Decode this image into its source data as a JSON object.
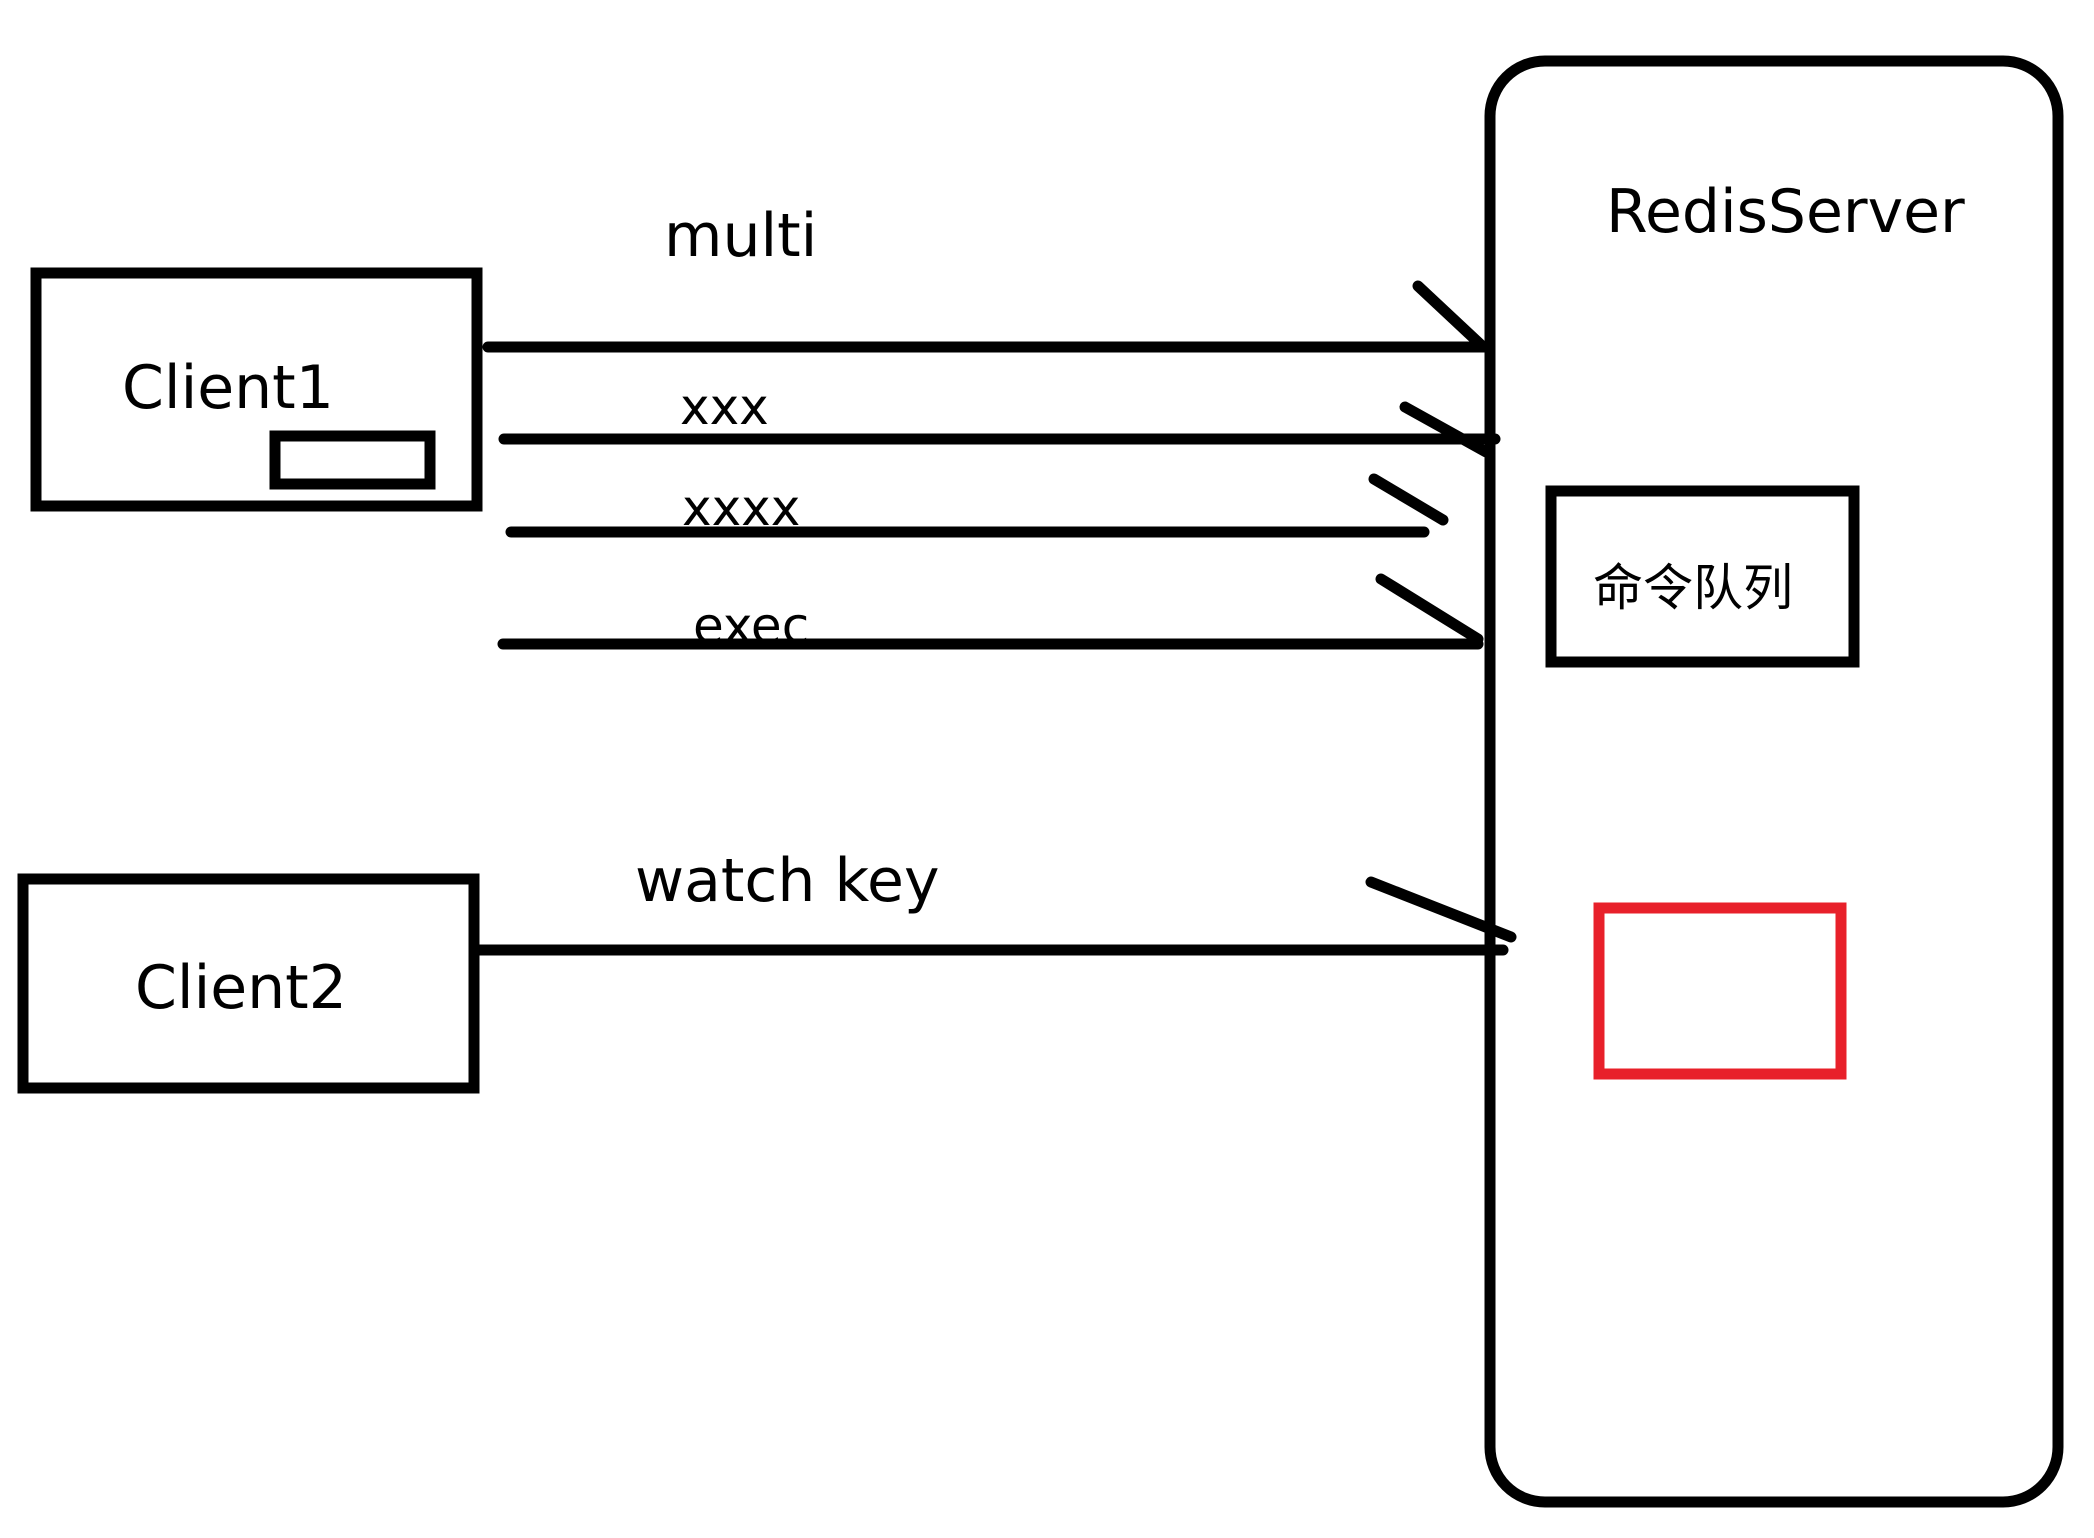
{
  "nodes": {
    "client1": {
      "label": "Client1"
    },
    "client2": {
      "label": "Client2"
    },
    "server": {
      "label": "RedisServer"
    },
    "command_queue": {
      "label": "命令队列"
    }
  },
  "edges": [
    {
      "label": "multi"
    },
    {
      "label": "xxx"
    },
    {
      "label": "xxxx"
    },
    {
      "label": "exec"
    },
    {
      "label": "watch key"
    }
  ],
  "colors": {
    "stroke": "#000000",
    "highlight": "#e8202a",
    "background": "#ffffff"
  }
}
